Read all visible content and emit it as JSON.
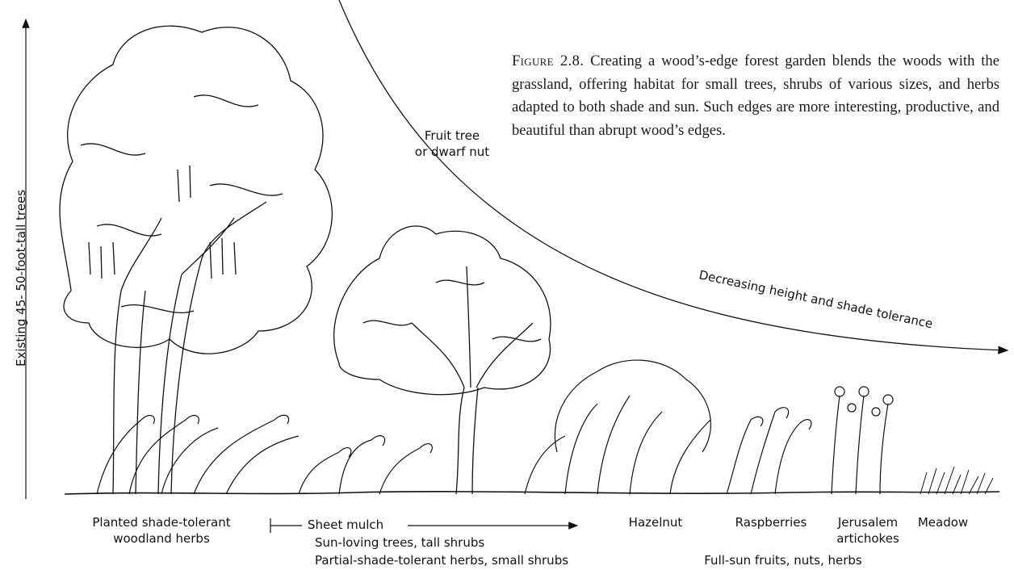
{
  "caption": {
    "figure_label": "Figure 2.8.",
    "text": "Creating a wood’s-edge forest garden blends the woods with the grassland, offering habitat for small trees, shrubs of various sizes, and herbs adapted to both shade and sun. Such edges are more interesting, productive, and beautiful than abrupt wood’s edges."
  },
  "axis": {
    "vertical_label": "Existing 45- 50-foot-tall trees",
    "curve_label": "Decreasing height and shade tolerance"
  },
  "labels": {
    "fruit_tree": [
      "Fruit tree",
      "or dwarf nut"
    ],
    "woodland_herbs": [
      "Planted shade-tolerant",
      "woodland herbs"
    ],
    "sheet_mulch": "Sheet mulch",
    "sun_loving": "Sun-loving trees, tall shrubs",
    "partial_shade": "Partial-shade-tolerant herbs, small shrubs",
    "hazelnut": "Hazelnut",
    "raspberries": "Raspberries",
    "jerusalem": [
      "Jerusalem",
      "artichokes"
    ],
    "meadow": "Meadow",
    "full_sun": "Full-sun fruits, nuts, herbs"
  }
}
